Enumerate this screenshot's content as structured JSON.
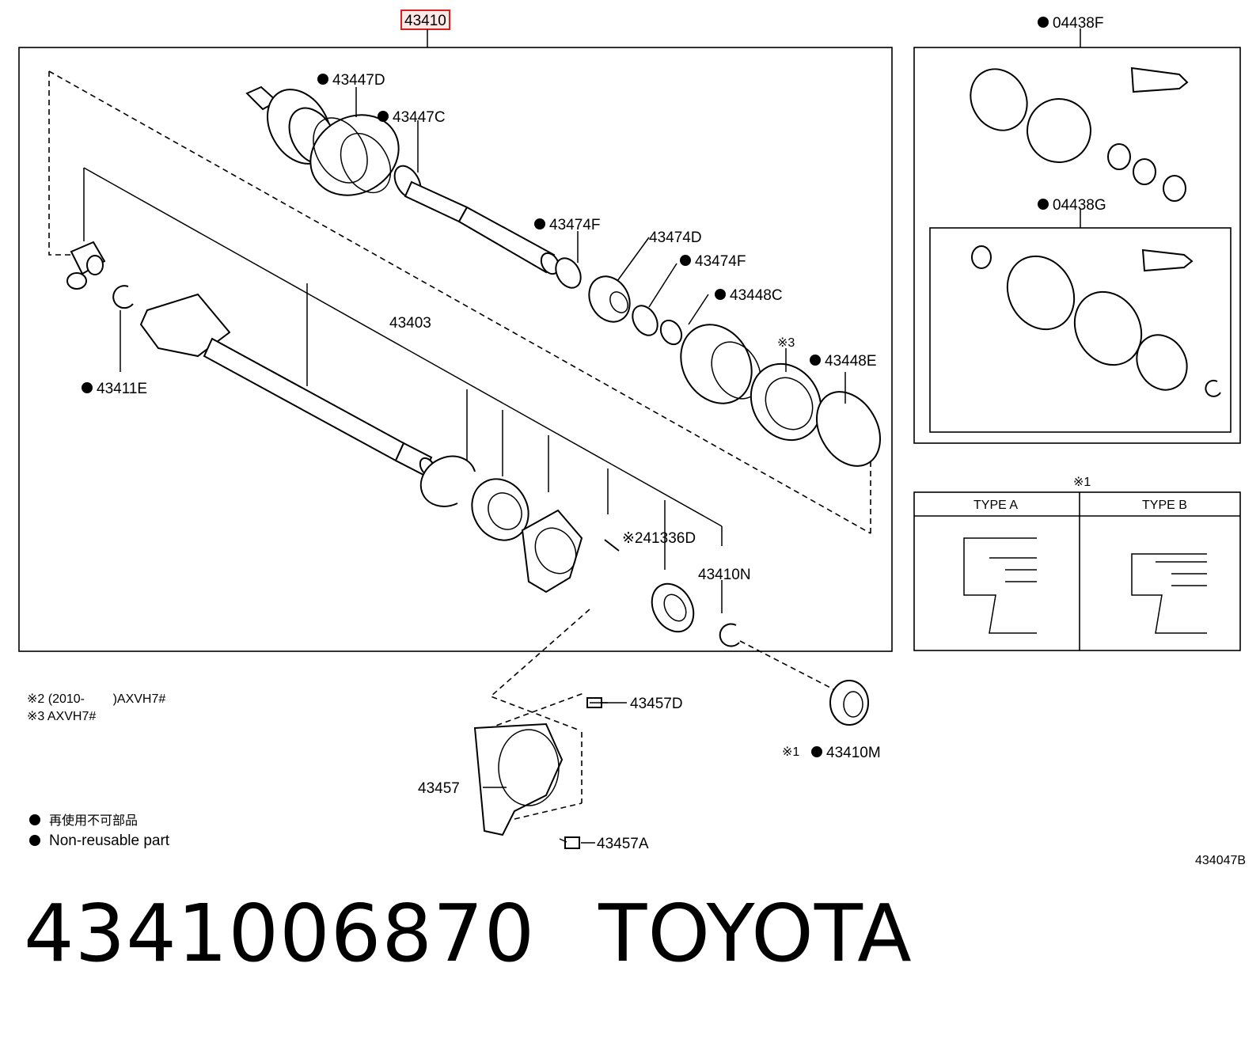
{
  "header": {
    "main_assembly": "43410"
  },
  "left_panel": {
    "labels": {
      "p43447D": "43447D",
      "p43447C": "43447C",
      "p43474F_a": "43474F",
      "p43474D": "43474D",
      "p43474F_b": "43474F",
      "p43448C": "43448C",
      "p43448E": "43448E",
      "note3_mark": "※3",
      "p43403": "43403",
      "p43411E": "43411E",
      "p41336D": "※241336D",
      "p43410N": "43410N"
    }
  },
  "right_top_panel": {
    "kit_f": "04438F",
    "kit_g": "04438G"
  },
  "type_table": {
    "note_mark": "※1",
    "type_a": "TYPE A",
    "type_b": "TYPE B"
  },
  "bottom_parts": {
    "p43457D": "43457D",
    "p43457": "43457",
    "p43457A": "43457A",
    "p43410M": "43410M",
    "note1_mark": "※1"
  },
  "notes": {
    "note2": "※2 (2010-        )AXVH7#",
    "note3": "※3 AXVH7#"
  },
  "legend": {
    "jp": "再使用不可部品",
    "en": "Non-reusable part"
  },
  "diagram_code": "434047B",
  "footer": {
    "part_number": "4341006870",
    "brand": "TOYOTA"
  }
}
